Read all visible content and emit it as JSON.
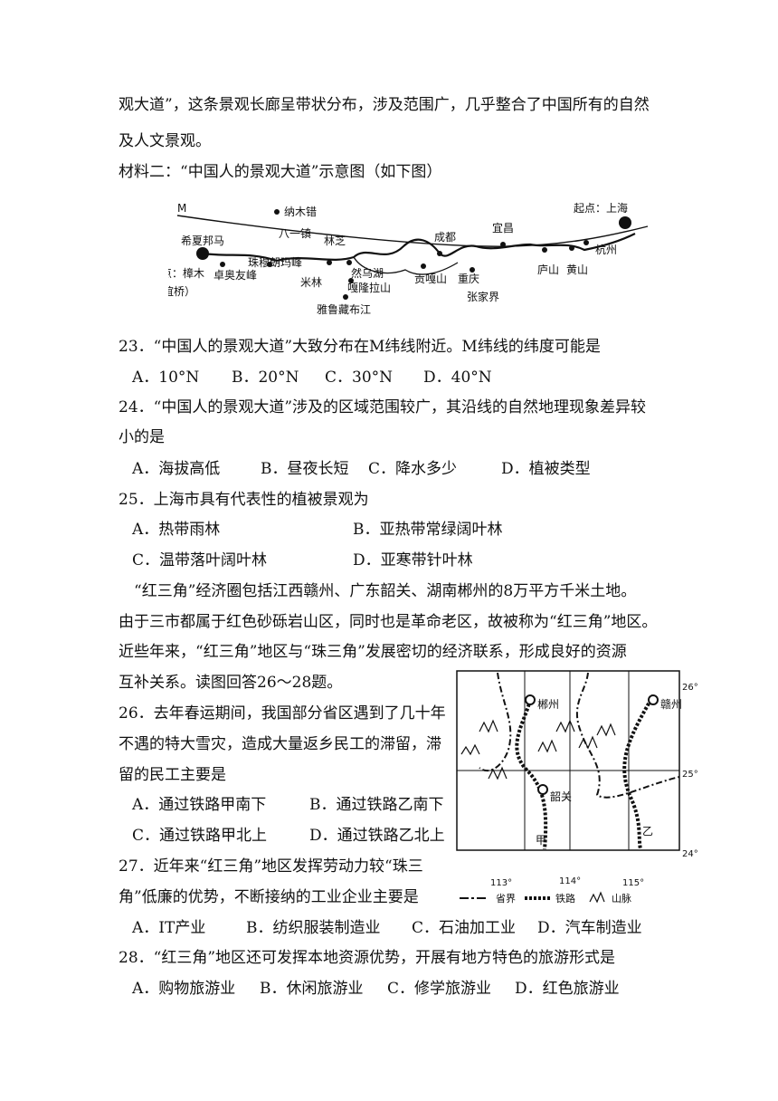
{
  "intro": {
    "line1": "观大道”，这条景观长廊呈带状分布，涉及范围广，几乎整合了中国所有的自然",
    "line2": "及人文景观。",
    "line3": "材料二：“中国人的景观大道”示意图（如下图）"
  },
  "route_map": {
    "m_label": "M",
    "places": {
      "namucuo": "纳木错",
      "xixiabangma": "希夏邦马",
      "bayizhen": "八一镇",
      "linzhi": "林芝",
      "chengdu": "成都",
      "yichang": "宜昌",
      "start": "起点：上海",
      "hangzhou": "杭州",
      "zhumulangma": "珠穆朗玛峰",
      "zhuoaoyou": "卓奥友峰",
      "end": "终点：樟木",
      "friendship_bridge": "（友谊桥）",
      "milin": "米林",
      "ranwu": "然乌湖",
      "galongla": "嘎隆拉山",
      "yarlung": "雅鲁藏布江",
      "gongga": "贡嘎山",
      "chongqing": "重庆",
      "zhangjiajie": "张家界",
      "lushan": "庐山",
      "huangshan": "黄山"
    }
  },
  "questions": [
    {
      "stem": "23．“中国人的景观大道”大致分布在M纬线附近。M纬线的纬度可能是",
      "options": [
        "A．10°N",
        "B．20°N",
        "C．30°N",
        "D．40°N"
      ]
    },
    {
      "stem1": "24．“中国人的景观大道”涉及的区域范围较广，其沿线的自然地理现象差异较",
      "stem2": "小的是",
      "options": [
        "A．海拔高低",
        "B．昼夜长短",
        "C．降水多少",
        "D．植被类型"
      ]
    },
    {
      "stem": "25．上海市具有代表性的植被景观为",
      "options": [
        "A．热带雨林",
        "B．亚热带常绿阔叶林",
        "C．温带落叶阔叶林",
        "D．亚寒带针叶林"
      ]
    }
  ],
  "passage2": {
    "line1": "“红三角”经济圈包括江西赣州、广东韶关、湖南郴州的8万平方千米土地。",
    "line2": "由于三市都属于红色砂砾岩山区，同时也是革命老区，故被称为“红三角”地区。",
    "line3": "近些年来，“红三角”地区与“珠三角”发展密切的经济联系，形成良好的资源",
    "line4": "互补关系。读图回答26～28题。"
  },
  "q26": {
    "l1": "26．去年春运期间，我国部分省区遇到了几十年",
    "l2": "不遇的特大雪灾，造成大量返乡民工的滞留，滞",
    "l3": "留的民工主要是",
    "options": [
      "A．通过铁路甲南下",
      "B．通过铁路乙南下",
      "C．通过铁路甲北上",
      "D．通过铁路乙北上"
    ]
  },
  "q27": {
    "l1": "27．近年来“红三角”地区发挥劳动力较“珠三",
    "l2": "角”低廉的优势，不断接纳的工业企业主要是",
    "options": [
      "A．IT产业",
      "B．纺织服装制造业",
      "C．石油加工业",
      "D．汽车制造业"
    ]
  },
  "q28": {
    "stem": "28．“红三角”地区还可发挥本地资源优势，开展有地方特色的旅游形式是",
    "options": [
      "A．购物旅游业",
      "B．休闲旅游业",
      "C．修学旅游业",
      "D．红色旅游业"
    ]
  },
  "region_map": {
    "lat": [
      "26°",
      "25°",
      "24°"
    ],
    "lon": [
      "113°",
      "114°",
      "115°"
    ],
    "cities": {
      "chenzhou": "郴州",
      "ganzhou": "赣州",
      "shaoguan": "韶关"
    },
    "rail": {
      "jia": "甲",
      "yi": "乙"
    },
    "legend": {
      "province": "省界",
      "railway": "铁路",
      "mountain": "山脉"
    }
  }
}
